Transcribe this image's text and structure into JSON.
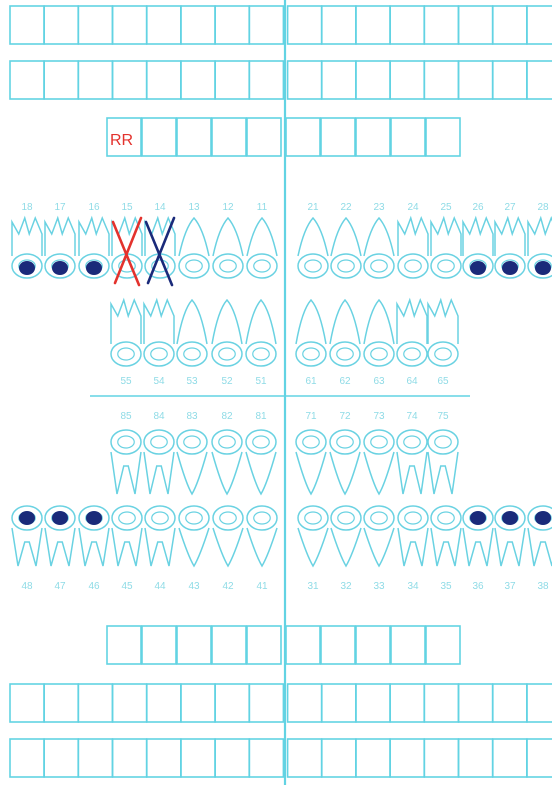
{
  "colors": {
    "grid": "#62d3e3",
    "tooth_outline": "#6ad2e2",
    "label": "#8fdbe6",
    "ink_blue": "#1a2a7a",
    "ink_red": "#e3322d",
    "background": "#ffffff"
  },
  "remark_box": {
    "annotation": "RR"
  },
  "labels": {
    "upper_permanent": [
      "18",
      "17",
      "16",
      "15",
      "14",
      "13",
      "12",
      "11",
      "21",
      "22",
      "23",
      "24",
      "25",
      "26",
      "27",
      "28"
    ],
    "upper_primary": [
      "55",
      "54",
      "53",
      "52",
      "51",
      "61",
      "62",
      "63",
      "64",
      "65"
    ],
    "lower_primary": [
      "85",
      "84",
      "83",
      "82",
      "81",
      "71",
      "72",
      "73",
      "74",
      "75"
    ],
    "lower_permanent": [
      "48",
      "47",
      "46",
      "45",
      "44",
      "43",
      "42",
      "41",
      "31",
      "32",
      "33",
      "34",
      "35",
      "36",
      "37",
      "38"
    ]
  },
  "markings": {
    "filled_dots": [
      "18",
      "17",
      "16",
      "26",
      "27",
      "28",
      "48",
      "47",
      "46",
      "36",
      "37",
      "38"
    ],
    "red_x": [
      "15"
    ],
    "blue_x": [
      "14"
    ]
  }
}
